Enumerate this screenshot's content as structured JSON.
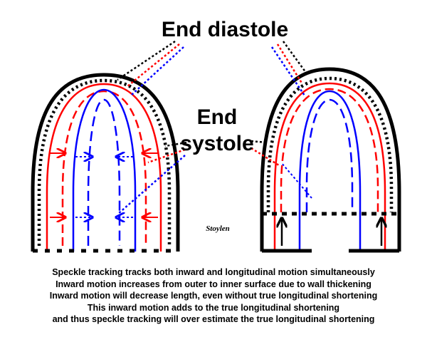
{
  "labels": {
    "end_diastole": "End diastole",
    "end_systole_line1": "End",
    "end_systole_line2": "systole",
    "signature": "Stoylen"
  },
  "caption": [
    "Speckle tracking tracks both inward and longitudinal motion simultaneously",
    "Inward motion increases from outer to inner surface due to wall thickening",
    "Inward motion will decrease length, even without true longitudinal shortening",
    "This inward motion adds to the true longitudinal shortening",
    "and thus speckle tracking will over estimate the true longitudinal shortening"
  ],
  "colors": {
    "diastole_outer": "#000000",
    "mid_wall": "#ff0000",
    "endocardium": "#0000ff"
  }
}
